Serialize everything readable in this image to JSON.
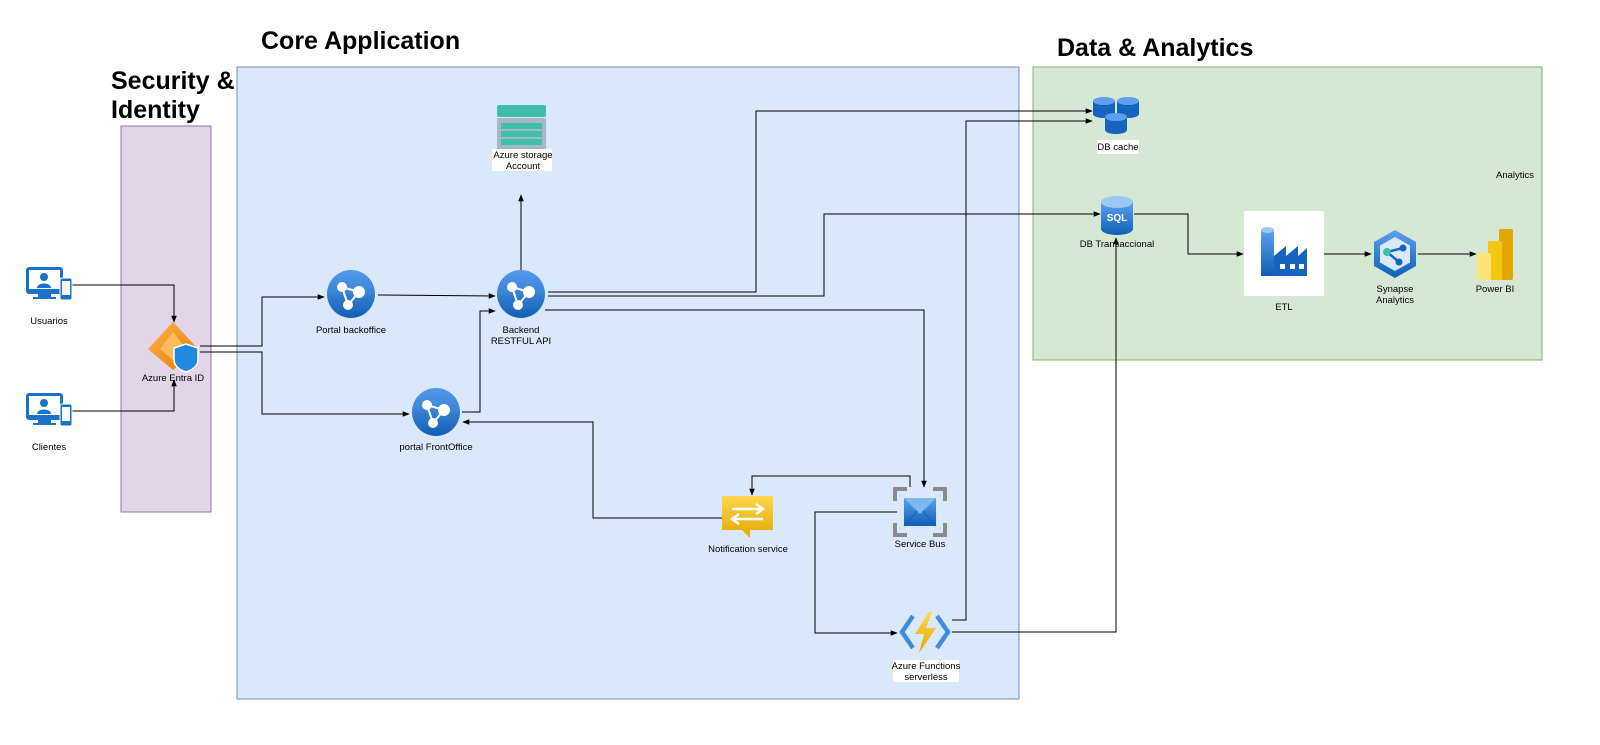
{
  "groups": {
    "security": {
      "title_line1": "Security &",
      "title_line2": "Identity"
    },
    "core": {
      "title": "Core Application"
    },
    "data": {
      "title": "Data & Analytics",
      "analytics_label": "Analytics"
    }
  },
  "nodes": {
    "usuarios": {
      "label": "Usuarios",
      "icon": "user-devices-icon"
    },
    "clientes": {
      "label": "Clientes",
      "icon": "user-devices-icon"
    },
    "entra": {
      "label": "Azure Entra ID",
      "icon": "entra-id-icon"
    },
    "portal_backoffice": {
      "label": "Portal backoffice",
      "icon": "app-service-icon"
    },
    "portal_frontoffice": {
      "label": "portal FrontOffice",
      "icon": "app-service-icon"
    },
    "backend": {
      "label_line1": "Backend",
      "label_line2": "RESTFUL API",
      "icon": "app-service-icon"
    },
    "storage": {
      "label_line1": "Azure storage",
      "label_line2": "Account",
      "icon": "storage-account-icon"
    },
    "notification": {
      "label": "Notification service",
      "icon": "notification-hub-icon"
    },
    "service_bus": {
      "label": "Service Bus",
      "icon": "service-bus-icon"
    },
    "functions": {
      "label_line1": "Azure Functions",
      "label_line2": "serverless",
      "icon": "azure-functions-icon"
    },
    "db_cache": {
      "label": "DB cache",
      "icon": "cache-database-icon"
    },
    "db_trans": {
      "label": "DB Transaccional",
      "icon": "sql-database-icon",
      "badge": "SQL"
    },
    "etl": {
      "label": "ETL",
      "icon": "data-factory-icon"
    },
    "synapse": {
      "label_line1": "Synapse",
      "label_line2": "Analytics",
      "icon": "synapse-analytics-icon"
    },
    "powerbi": {
      "label": "Power BI",
      "icon": "power-bi-icon"
    }
  },
  "colors": {
    "security_fill": "#e1d5e7",
    "security_stroke": "#9673a6",
    "core_fill": "#dae8fc",
    "core_stroke": "#6c8ebf",
    "data_fill": "#d5e8d4",
    "data_stroke": "#82b366",
    "azure_blue": "#1a73c8",
    "entra_orange": "#f59a1c",
    "storage_teal": "#3fbfa9",
    "notification_yellow": "#f2c811",
    "powerbi_yellow": "#f2c811"
  }
}
